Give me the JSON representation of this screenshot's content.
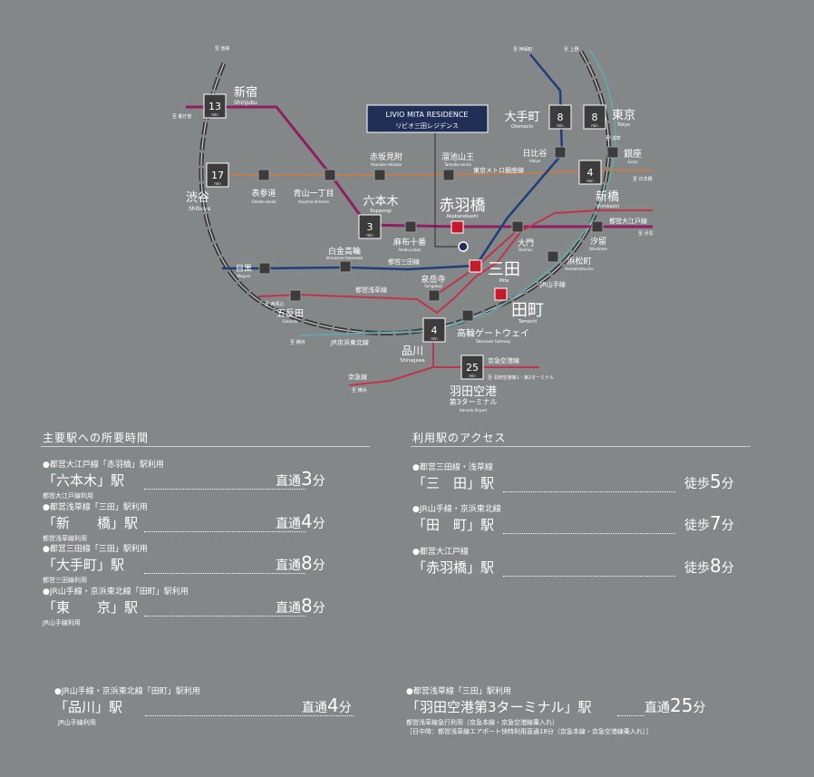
{
  "map": {
    "residence": {
      "name_en": "LIVIO MITA RESIDENCE",
      "name_jp": "リビオ三田レジデンス"
    },
    "directions": {
      "ikebukuro": "至 池袋",
      "tochomae": "至 都庁前",
      "jinbocho": "至 神保町",
      "ueno": "至 上野",
      "asakusa": "至 浅草",
      "nihonbashi": "至 日本橋",
      "tsukishima": "至 月島",
      "nishimagome": "至 西馬込",
      "yokohama1": "至 横浜",
      "yokohama2": "至 横浜",
      "haneda_terminal": "至 羽田空港第1・第2ターミナル"
    },
    "lines": {
      "oedo": "都営大江戸線",
      "mita": "都営三田線",
      "asakusa": "都営浅草線",
      "yamanote": "JR山手線",
      "keihin": "JR京浜東北線",
      "keikyu": "京急線",
      "keikyu_airport": "京急空港線",
      "ginza": "東京メトロ銀座線"
    },
    "minutes_unit": "min",
    "time_badges": {
      "shinjuku": "13",
      "shibuya": "17",
      "roppongi": "3",
      "otemachi": "8",
      "tokyo": "8",
      "shimbashi": "4",
      "shinagawa": "4",
      "haneda": "25"
    },
    "stations": {
      "shinjuku": {
        "jp": "新宿",
        "en": "Shinjuku"
      },
      "shibuya": {
        "jp": "渋谷",
        "en": "Shibuya"
      },
      "omotesando": {
        "jp": "表参道",
        "en": "Omote-sando"
      },
      "aoyama": {
        "jp": "青山一丁目",
        "en": "Aoyama-itchome"
      },
      "akasakamitsuke": {
        "jp": "赤坂見附",
        "en": "Akasaka-mitsuke"
      },
      "tameike": {
        "jp": "溜池山王",
        "en": "Tameike-sanno"
      },
      "roppongi": {
        "jp": "六本木",
        "en": "Roppongi"
      },
      "azabu": {
        "jp": "麻布十番",
        "en": "Azabu-juban"
      },
      "akabanebashi": {
        "jp": "赤羽橋",
        "en": "Akabanebashi"
      },
      "otemachi": {
        "jp": "大手町",
        "en": "Otemachi"
      },
      "tokyo": {
        "jp": "東京",
        "en": "Tokyo"
      },
      "hibiya": {
        "jp": "日比谷",
        "en": "Hibiya"
      },
      "ginza": {
        "jp": "銀座",
        "en": "Ginza"
      },
      "shimbashi": {
        "jp": "新橋",
        "en": "Shimbashi"
      },
      "shiodome": {
        "jp": "汐留",
        "en": "Shiodome"
      },
      "daimon": {
        "jp": "大門",
        "en": "Daimon"
      },
      "hamamatsucho": {
        "jp": "浜松町",
        "en": "Hamamatsucho"
      },
      "shirokane": {
        "jp": "白金高輪",
        "en": "Shirokane-takanawa"
      },
      "meguro": {
        "jp": "目黒",
        "en": "Meguro"
      },
      "gotanda": {
        "jp": "五反田",
        "en": "Gotanda"
      },
      "sengakuji": {
        "jp": "泉岳寺",
        "en": "Sengakuji"
      },
      "mita": {
        "jp": "三田",
        "en": "Mita"
      },
      "tamachi": {
        "jp": "田町",
        "en": "Tamachi"
      },
      "takanawa": {
        "jp": "高輪ゲートウェイ",
        "en": "Takanawa Gateway"
      },
      "shinagawa": {
        "jp": "品川",
        "en": "Shinagawa"
      },
      "haneda": {
        "jp": "羽田空港",
        "jp2": "第3ターミナル",
        "en": "Haneda Airport"
      }
    }
  },
  "travel": {
    "heading": "主要駅への所要時間",
    "items": [
      {
        "via": "●都営大江戸線「赤羽橋」駅利用",
        "station": "「六本木」駅",
        "mode": "直通",
        "time": "3",
        "unit": "分",
        "note": "都営大江戸線利用"
      },
      {
        "via": "●都営浅草線「三田」駅利用",
        "station": "「新　　橋」駅",
        "mode": "直通",
        "time": "4",
        "unit": "分",
        "note": "都営浅草線利用"
      },
      {
        "via": "●都営三田線「三田」駅利用",
        "station": "「大手町」駅",
        "mode": "直通",
        "time": "8",
        "unit": "分",
        "note": "都営三田線利用"
      },
      {
        "via": "●JR山手線・京浜東北線「田町」駅利用",
        "station": "「東　　京」駅",
        "mode": "直通",
        "time": "8",
        "unit": "分",
        "note": "JR山手線利用"
      }
    ],
    "bottom_left": {
      "via": "●JR山手線・京浜東北線「田町」駅利用",
      "station": "「品川」駅",
      "mode": "直通",
      "time": "4",
      "unit": "分",
      "note": "JR山手線利用"
    },
    "bottom_right": {
      "via": "●都営浅草線「三田」駅利用",
      "station": "「羽田空港第3ターミナル」駅",
      "mode": "直通",
      "time": "25",
      "unit": "分",
      "note1": "都営浅草線急行利用（京急本線・京急空港線乗入れ）",
      "note2": "［日中時：都営浅草線エアポート快特利用直通18分（京急本線・京急空港線乗入れ）］"
    }
  },
  "access": {
    "heading": "利用駅のアクセス",
    "items": [
      {
        "via": "●都営三田線・浅草線",
        "station": "「三　田」駅",
        "mode": "徒歩",
        "time": "5",
        "unit": "分"
      },
      {
        "via": "●JR山手線・京浜東北線",
        "station": "「田　町」駅",
        "mode": "徒歩",
        "time": "7",
        "unit": "分"
      },
      {
        "via": "●都営大江戸線",
        "station": "「赤羽橋」駅",
        "mode": "徒歩",
        "time": "8",
        "unit": "分"
      }
    ]
  },
  "colors": {
    "background": "#838788",
    "yamanote": "#3a3a3a",
    "oedo": "#8f1f60",
    "mita": "#1f3f7a",
    "asakusa": "#c2334c",
    "keihin": "#6aa3a6",
    "ginza": "#d27a3c",
    "station_box": "#3c3c3c",
    "accent_station": "#c41a2c"
  }
}
